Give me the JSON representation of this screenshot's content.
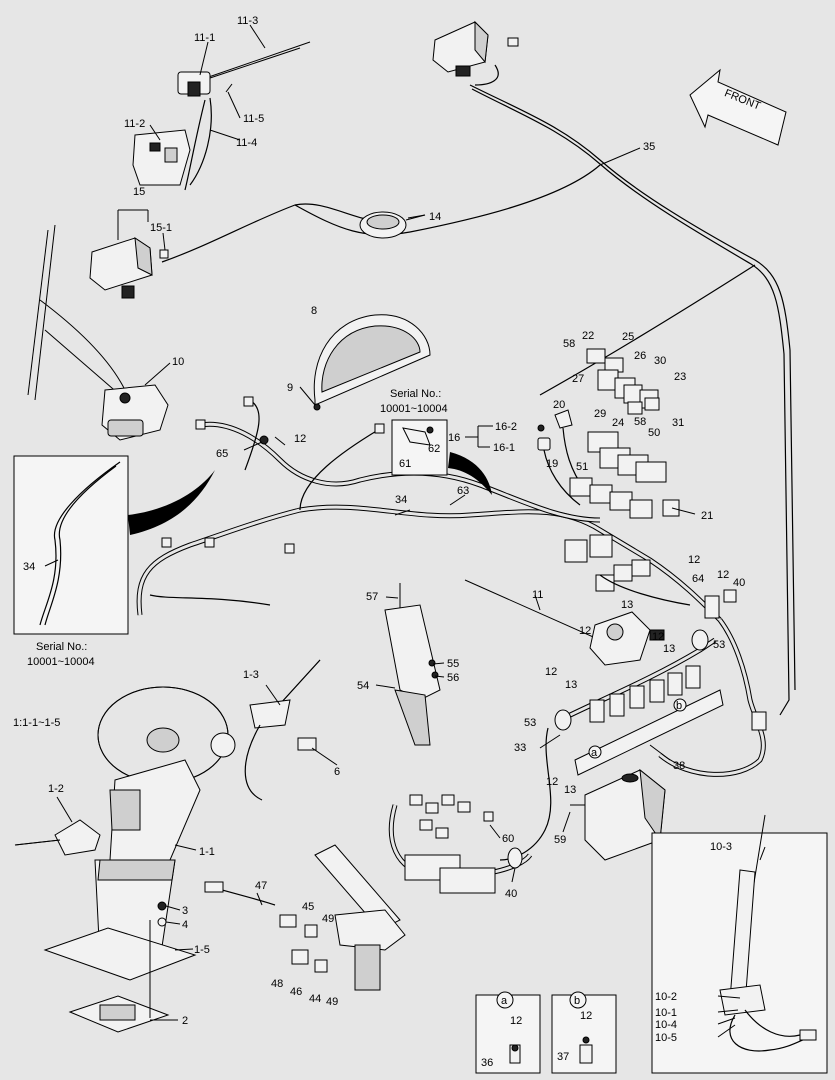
{
  "labels": {
    "l11_1": "11-1",
    "l11_3": "11-3",
    "l11_2": "11-2",
    "l11_5": "11-5",
    "l11_4": "11-4",
    "l15": "15",
    "l15_1": "15-1",
    "l14": "14",
    "l35": "35",
    "l8": "8",
    "l10": "10",
    "l9": "9",
    "l12a": "12",
    "l65": "65",
    "l61": "61",
    "l62": "62",
    "l16": "16",
    "l16_2": "16-2",
    "l16_1": "16-1",
    "l19": "19",
    "l20": "20",
    "l58a": "58",
    "l22": "22",
    "l25": "25",
    "l26": "26",
    "l30": "30",
    "l23": "23",
    "l27": "27",
    "l29": "29",
    "l24": "24",
    "l58b": "58",
    "l31": "31",
    "l50": "50",
    "l51": "51",
    "l21": "21",
    "l34": "34",
    "l63": "63",
    "l34_inset": "34",
    "l12b": "12",
    "l64": "64",
    "l12c": "12",
    "l40a": "40",
    "l57": "57",
    "l11": "11",
    "l13a": "13",
    "l12d": "12",
    "l12e": "12",
    "l13b": "13",
    "l53a": "53",
    "l55": "55",
    "l56": "56",
    "l54": "54",
    "l1_3": "1-3",
    "l12f": "12",
    "l13c": "13",
    "l53b": "53",
    "l33": "33",
    "l_a": "a",
    "l_b": "b",
    "l38": "38",
    "l6": "6",
    "l12g": "12",
    "l13d": "13",
    "l59": "59",
    "l60": "60",
    "l40b": "40",
    "l1_2": "1-2",
    "l1_1": "1-1",
    "l47": "47",
    "l3": "3",
    "l4": "4",
    "l1_5": "1-5",
    "l45": "45",
    "l49a": "49",
    "l48": "48",
    "l46": "46",
    "l44": "44",
    "l49b": "49",
    "l2": "2",
    "l10_3": "10-3",
    "l10_2": "10-2",
    "l10_1": "10-1",
    "l10_4": "10-4",
    "l10_5": "10-5",
    "l12h": "12",
    "l36": "36",
    "l12i": "12",
    "l37": "37"
  },
  "front_arrow": "FRONT",
  "serial_top": {
    "line1": "Serial No.:",
    "line2": "10001~10004"
  },
  "serial_inset": {
    "line1": "Serial No.:",
    "line2": "10001~10004"
  },
  "ratio_note": "1:1-1~1-5",
  "detail_a": "a",
  "detail_b": "b"
}
